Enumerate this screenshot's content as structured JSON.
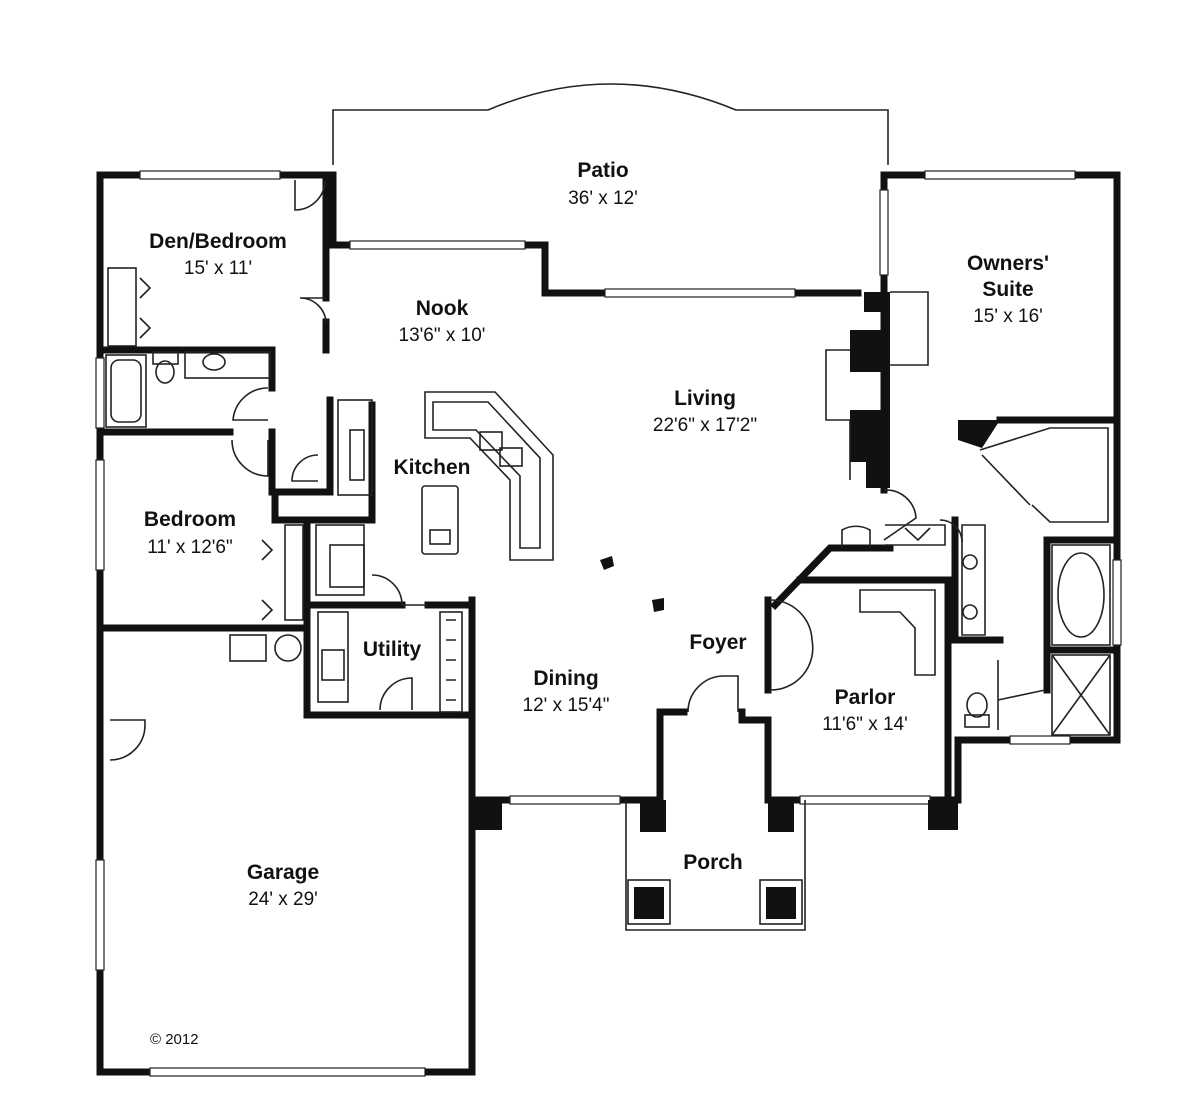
{
  "rooms": {
    "patio": {
      "name": "Patio",
      "dim": "36' x 12'"
    },
    "den": {
      "name": "Den/Bedroom",
      "dim": "15' x 11'"
    },
    "nook": {
      "name": "Nook",
      "dim": "13'6\" x 10'"
    },
    "owners": {
      "name_line1": "Owners'",
      "name_line2": "Suite",
      "dim": "15' x 16'"
    },
    "living": {
      "name": "Living",
      "dim": "22'6\" x 17'2\""
    },
    "kitchen": {
      "name": "Kitchen"
    },
    "bedroom": {
      "name": "Bedroom",
      "dim": "11' x 12'6\""
    },
    "utility": {
      "name": "Utility"
    },
    "foyer": {
      "name": "Foyer"
    },
    "dining": {
      "name": "Dining",
      "dim": "12' x 15'4\""
    },
    "parlor": {
      "name": "Parlor",
      "dim": "11'6\" x 14'"
    },
    "porch": {
      "name": "Porch"
    },
    "garage": {
      "name": "Garage",
      "dim": "24' x 29'"
    }
  },
  "copyright": "© 2012"
}
